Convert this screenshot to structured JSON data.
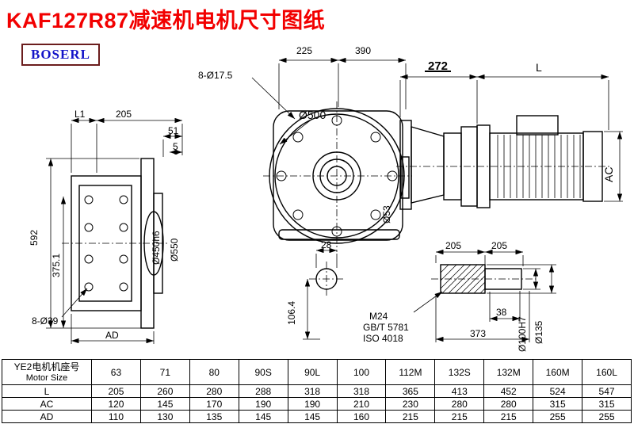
{
  "title": "KAF127R87减速机电机尺寸图纸",
  "brand": "BOSERL",
  "labels": {
    "left_view": {
      "l1": "L1",
      "d205": "205",
      "d51": "51",
      "d5": "5",
      "d592": "592",
      "d375": "375.1",
      "holes": "8-Ø39",
      "ad": "AD",
      "d450": "Ø450h6",
      "d550": "Ø550"
    },
    "front_view": {
      "d225": "225",
      "d390": "390",
      "holes": "8-Ø17.5",
      "d500": "Ø500",
      "d53": "Ø53",
      "d28": "28",
      "d106": "106.4"
    },
    "side_view": {
      "d272": "272",
      "l": "L",
      "ac": "AC"
    },
    "shaft_detail": {
      "d205a": "205",
      "d205b": "205",
      "d38": "38",
      "d373": "373",
      "m24": "M24",
      "gbt": "GB/T 5781",
      "iso": "ISO 4018",
      "d100": "Ø100H7",
      "d135": "Ø135"
    }
  },
  "table": {
    "header_label_cn": "YE2电机机座号",
    "header_label_en": "Motor Size",
    "sizes": [
      "63",
      "71",
      "80",
      "90S",
      "90L",
      "100",
      "112M",
      "132S",
      "132M",
      "160M",
      "160L"
    ],
    "rows": [
      {
        "label": "L",
        "values": [
          "205",
          "260",
          "280",
          "288",
          "318",
          "318",
          "365",
          "413",
          "452",
          "524",
          "547"
        ]
      },
      {
        "label": "AC",
        "values": [
          "120",
          "145",
          "170",
          "190",
          "190",
          "210",
          "230",
          "280",
          "280",
          "315",
          "315"
        ]
      },
      {
        "label": "AD",
        "values": [
          "110",
          "130",
          "135",
          "145",
          "145",
          "160",
          "215",
          "215",
          "215",
          "255",
          "255"
        ]
      }
    ]
  }
}
